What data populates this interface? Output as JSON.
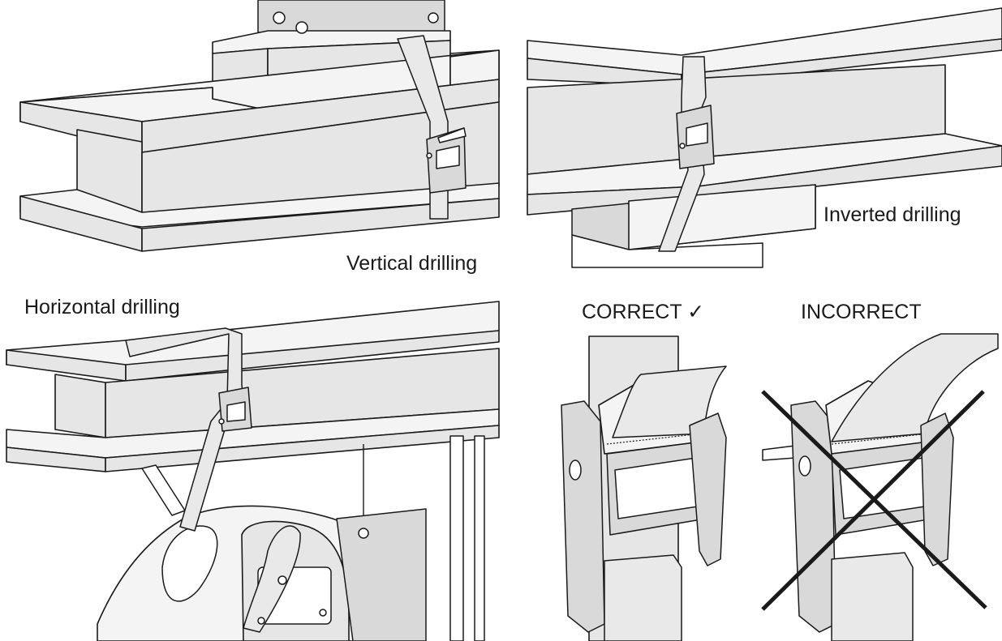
{
  "labels": {
    "vertical": "Vertical drilling",
    "inverted": "Inverted drilling",
    "horizontal": "Horizontal drilling",
    "correct": "CORRECT ✓",
    "incorrect": "INCORRECT"
  },
  "colors": {
    "ink": "#1a1a1a",
    "fill_gray": "#e6e6e6",
    "fill_light": "#f4f4f4",
    "background": "#ffffff"
  }
}
